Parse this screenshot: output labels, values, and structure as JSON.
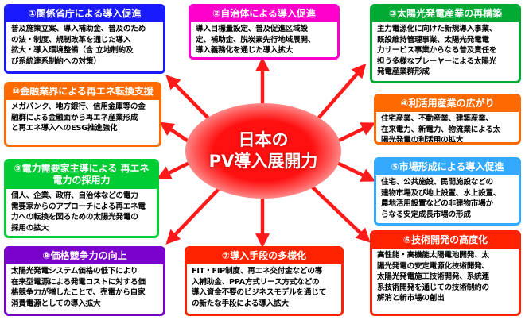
{
  "center": {
    "line1": "日本の",
    "line2": "PV導入展開力"
  },
  "colors": {
    "blue": "#1a1aff",
    "magenta": "#ff00cc",
    "green": "#00aa33",
    "orange": "#ff6a00",
    "lightgreen": "#00cc33",
    "lightblue": "#33aaff",
    "purple": "#7a00cc",
    "red": "#ff2200",
    "arrow": "#ff1a1a"
  },
  "boxes": [
    {
      "id": "b1",
      "title": "①関係省庁による導入促進",
      "lines": [
        "普及施策立案、導入補助金、普及のため",
        "の法・制度、規制改革を通じた導入",
        "拡大・導入環境整備（含 立地制約及",
        "び系統連系制約への対策）"
      ]
    },
    {
      "id": "b2",
      "title": "②自治体による導入促進",
      "lines": [
        "導入目標量設定、普及促進区域設",
        "定、補助金、脱炭素先行地域展開、",
        "導入義務化を通じた導入拡大"
      ]
    },
    {
      "id": "b3",
      "title": "③太陽光発電産業の再構築",
      "lines": [
        "主力電源化に向けた新規導入事業、",
        "既設維持管理事業、太陽光発電電",
        "力サービス事業からなる普及責任を",
        "担う多様なプレーヤーによる太陽光",
        "発電産業群形成"
      ]
    },
    {
      "id": "b4",
      "title": "④利活用産業の広がり",
      "lines": [
        "住宅産業、不動産業、建築産業、",
        "在来電力、新電力、物流業による太",
        "陽光発電の利活用の拡大"
      ]
    },
    {
      "id": "b5",
      "title": "⑤市場形成による導入促進",
      "lines": [
        "住宅、公共施設、民間施設などの",
        "建物市場及び地上設置、水上設置、",
        "農地活用設置などの非建物市場か",
        "らなる安定成長市場の形成"
      ]
    },
    {
      "id": "b6",
      "title": "⑥技術開発の高度化",
      "lines": [
        "高性能・高機能太陽電池開発、太",
        "陽光発電の安定電源化技術開発、",
        "太陽光発電施工技術開発、系統連",
        "系技術開発を通じての技術制約の",
        "解消と新市場の創出"
      ]
    },
    {
      "id": "b7",
      "title": "⑦導入手段の多様化",
      "lines": [
        "FIT・FIP制度、再エネ交付金などの導",
        "入補助金、PPA方式リース方式などの",
        "導入資金不要のビジネスモデルを通じて",
        "の新たな手段による導入拡大"
      ]
    },
    {
      "id": "b8",
      "title": "⑧価格競争力の向上",
      "lines": [
        "太陽光発電システム価格の低下により",
        "在来型電源による発電コストに対する価",
        "格競争力が増したことで、売電から自家",
        "消費電源としての導入拡大"
      ]
    },
    {
      "id": "b9",
      "title": "⑨電力需要家主導による 再エネ電力の採用力",
      "lines": [
        "個人、企業、政府、自治体などの電力",
        "需要家からのアプローチによる再エネ電",
        "力への転換を図るための太陽光発電の",
        "採用の拡大"
      ]
    },
    {
      "id": "b10",
      "title": "⑩金融業界による再エネ転換支援",
      "lines": [
        "メガバンク、地方銀行、信用金庫等の金",
        "融群による金融面から再エネ産業形成",
        "と再エネ導入へのESG推進強化"
      ]
    }
  ]
}
